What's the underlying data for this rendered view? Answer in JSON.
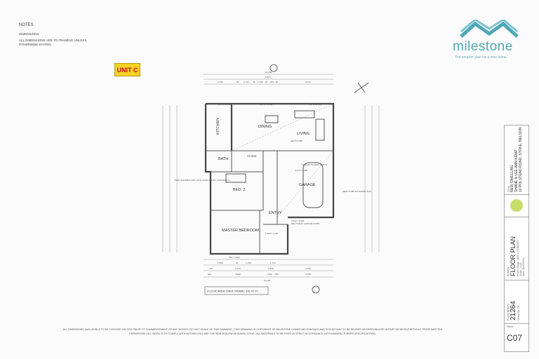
{
  "notes": {
    "title": "NOTES",
    "subtitle": "DIMENSIONS",
    "body": "ALL DIMENSIONS ARE TO FRAMING UNLESS OTHERWISE STATED."
  },
  "unit_label": "UNIT C",
  "logo": {
    "name": "milestone",
    "tagline": "The smarter plan for a new home",
    "color": "#4fa8b8"
  },
  "plan": {
    "rooms": [
      "KITCHEN",
      "DINING",
      "LIVING",
      "BATH.",
      "STORE",
      "GARAGE",
      "BED. 2",
      "ENTRY",
      "MASTER BEDROOM"
    ],
    "notes": [
      "HEAT PUMP",
      "CEILING ACCESS HATCH",
      "HEAT PUMP EXTERIOR UNIT.",
      "TILED SHOWER UNIT WITH LEVEL ENTRY, 1200x900mm",
      "SECTIONAL GARAGE DOOR"
    ],
    "top_dims": {
      "overall": "10,000",
      "inner": "9,870",
      "segments": [
        "2,460",
        "90",
        "1,750",
        "90",
        "1,200",
        "90",
        "460",
        "90",
        "3,410"
      ]
    },
    "bottom_dims": {
      "row1": [
        "1,860",
        "90",
        "1,450",
        "1,710"
      ],
      "row2": [
        "710",
        "3,720",
        "1,200",
        "3,400"
      ],
      "row3": [
        "900",
        "3,600",
        "1,200",
        "900",
        "3,300"
      ],
      "overall": "10,260"
    },
    "openings": [
      "2,170 x 1,800",
      "2,470 x 2,860",
      "2,170 x 1,800",
      "2,470 x 2,000",
      "2,510 x 2,400",
      "1,200 x 1,200",
      "900 x 2,000"
    ],
    "floor_area": "FLOOR AREA OVER FRAME: 110.97 m²"
  },
  "title_block": {
    "client_label": "Client",
    "client": [
      "NEW DWELLING",
      "SHANE & LEE-ANN KEMP",
      "10 POLSTEAD ROAD, STOKE, NELSON."
    ],
    "drawing_label": "Drawing",
    "drawing": "FLOOR PLAN",
    "drawing_meta": [
      "Project Stage: UNIT C CONCEPT",
      "Scale: 1:100",
      "Date: 20/05/2021"
    ],
    "project_number_label": "Project Number",
    "project_number": "21264",
    "drawn_by": "Drawn By: DK",
    "sheet_label": "Sheet",
    "sheet": "C07"
  },
  "footer": "ALL DIMENSIONS AND LEVELS TO BE CHECKED ON SITE PRIOR TO COMMENCEMENT OF ANY WORKS | DO NOT SCALE OF THIS DRAWING | THIS DRAWING IS COPYRIGHT OF MILESTONE HOMES NELSON BAYS AND IS IN NO WAY TO BE REUSED OR REPRODUCED IN PART OR WHOLE WITHOUT PRIOR WRITTEN PERMISSION | ALL WORK IS TO COMPLY WITH NZS3604:2011 AND THE NEW ZEALAND BUILDING CODE | ALL MATERIALS TO BE FIXED IN STRICT ACCORDANCE WITH MANUFACTURERS SPECIFICATIONS."
}
